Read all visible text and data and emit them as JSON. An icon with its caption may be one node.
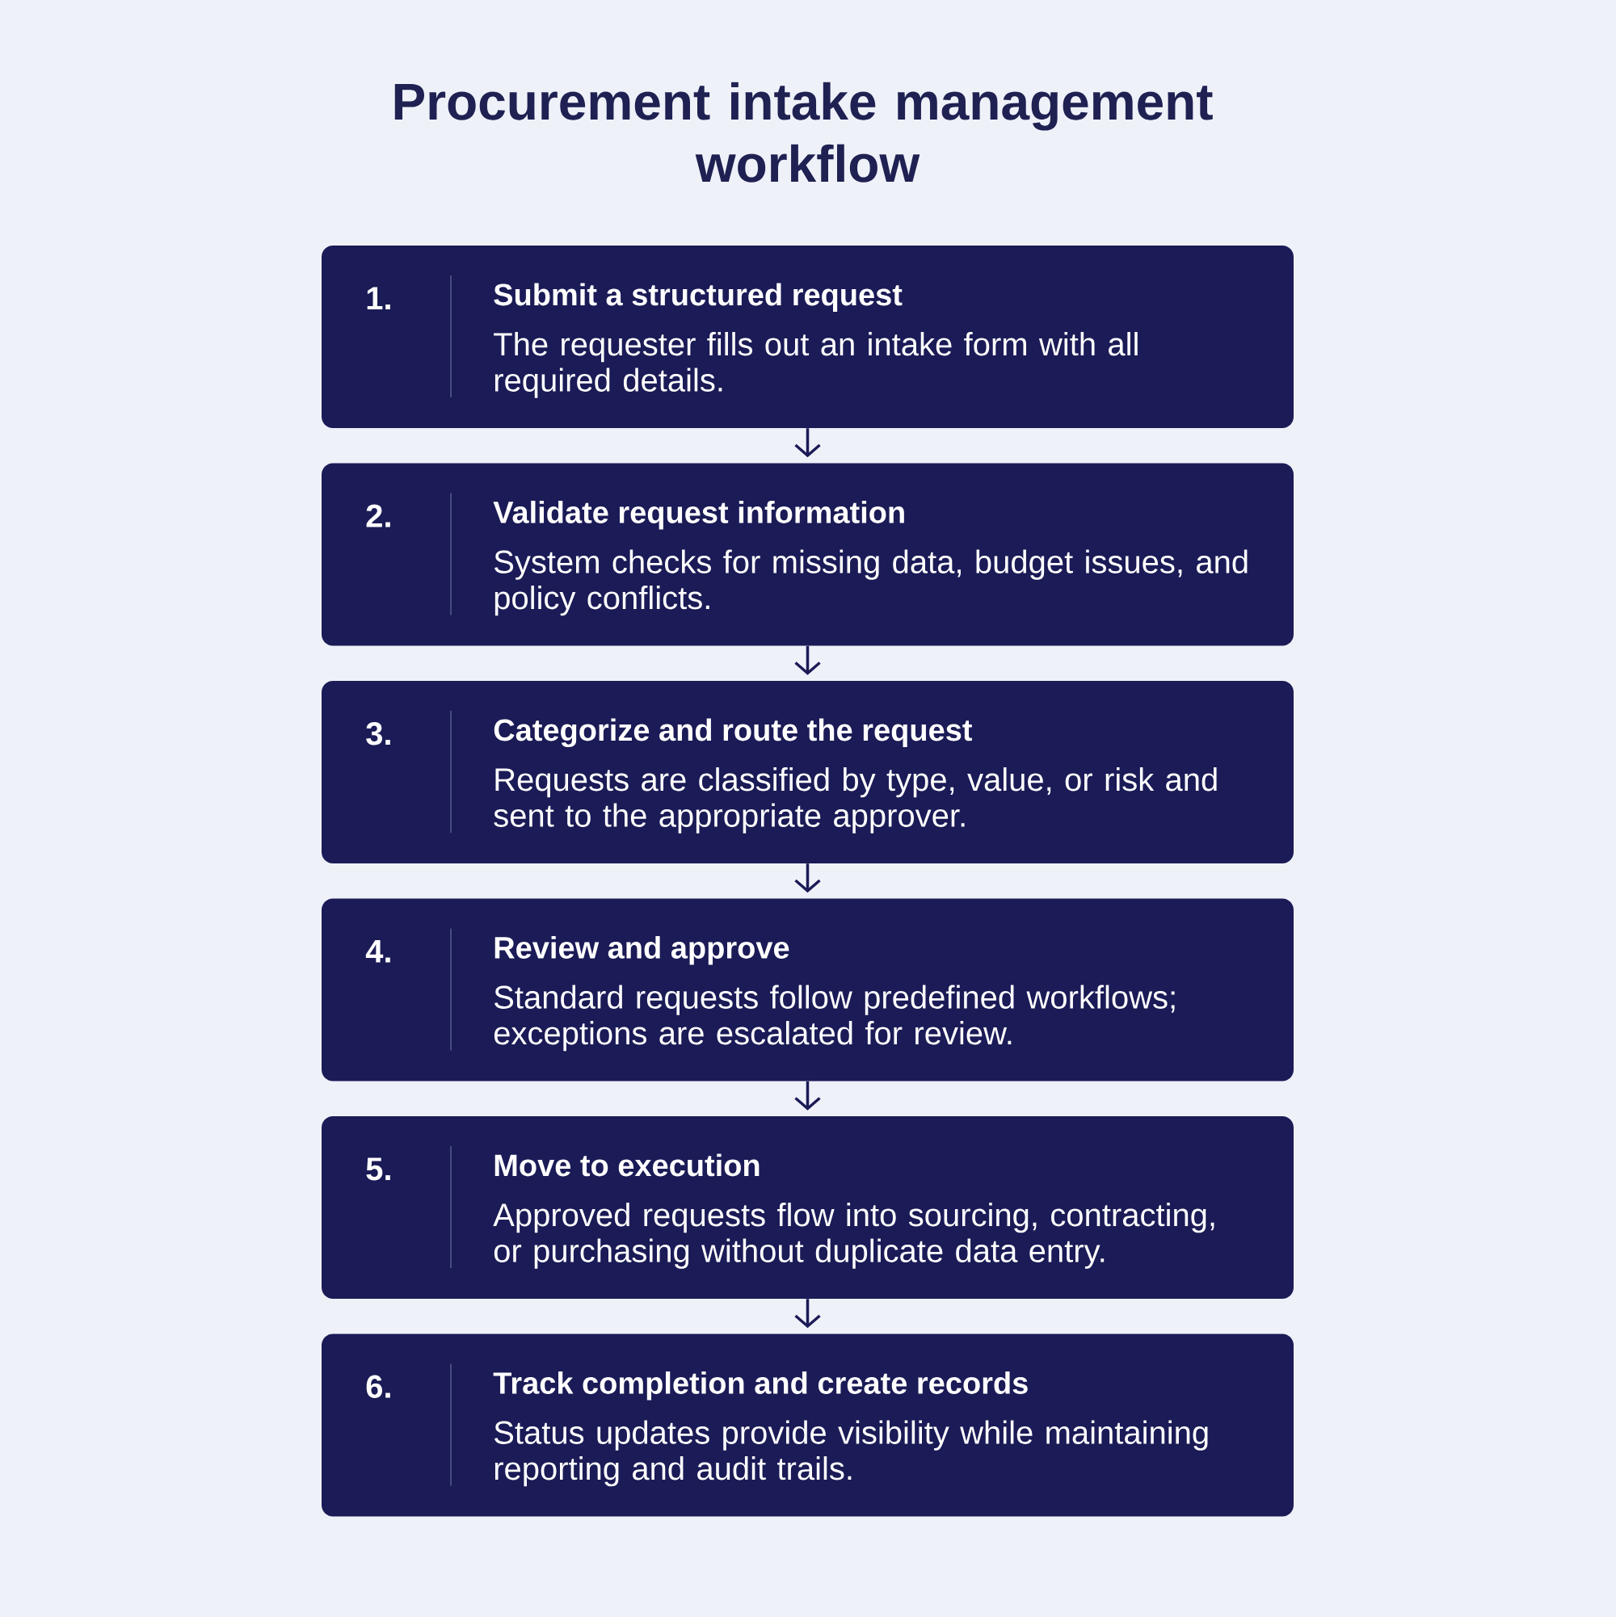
{
  "diagram": {
    "title": "Procurement intake management workflow",
    "nodes": [
      {
        "text": [
          "1.",
          "Submit a structured request",
          "The requester fills out an intake form with all required details."
        ]
      },
      {
        "text": [
          "2.",
          "Validate request information",
          "System checks for missing data, budget issues, and policy conflicts."
        ]
      },
      {
        "text": [
          "3.",
          "Categorize and route the request",
          "Requests are classified by type, value, or risk and sent to the appropriate approver."
        ]
      },
      {
        "text": [
          "4.",
          "Review and approve",
          "Standard requests follow predefined workflows; exceptions are escalated for review."
        ]
      },
      {
        "text": [
          "5.",
          "Move to execution",
          "Approved requests flow into sourcing, contracting, or purchasing without duplicate data entry."
        ]
      },
      {
        "text": [
          "6.",
          "Track completion and create records",
          "Status updates provide visibility while maintaining reporting and audit trails."
        ]
      }
    ],
    "edges": [
      {
        "from": 0,
        "to": 1,
        "arrow": "to"
      },
      {
        "from": 1,
        "to": 2,
        "arrow": "to"
      },
      {
        "from": 2,
        "to": 3,
        "arrow": "to"
      },
      {
        "from": 3,
        "to": 4,
        "arrow": "to"
      },
      {
        "from": 4,
        "to": 5,
        "arrow": "to"
      }
    ]
  }
}
